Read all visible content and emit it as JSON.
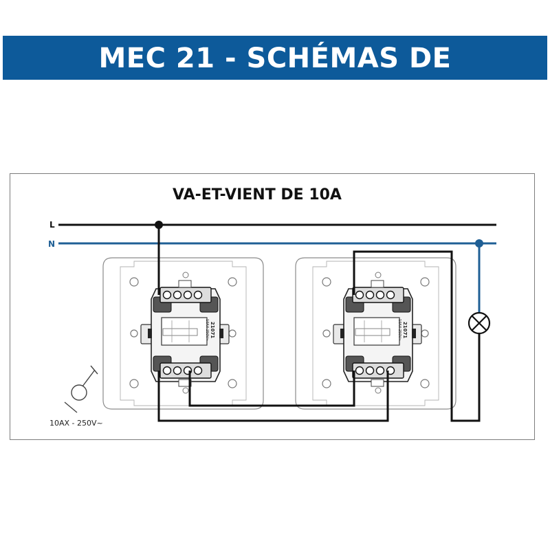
{
  "header": {
    "title": "MEC 21 - SCHÉMAS DE CONNEXION"
  },
  "diagram": {
    "title": "VA-ET-VIENT DE 10A",
    "lines": {
      "live_label": "L",
      "neutral_label": "N"
    },
    "switch_left": {
      "ref": "21071",
      "rating": "10AX-250V~"
    },
    "switch_right": {
      "ref": "21071",
      "rating": "10AX-250V~"
    },
    "rating_note": "10AX - 250V~",
    "colors": {
      "banner": "#0d5a9a",
      "live": "#111111",
      "neutral": "#1f5f95",
      "wire": "#111111"
    }
  }
}
